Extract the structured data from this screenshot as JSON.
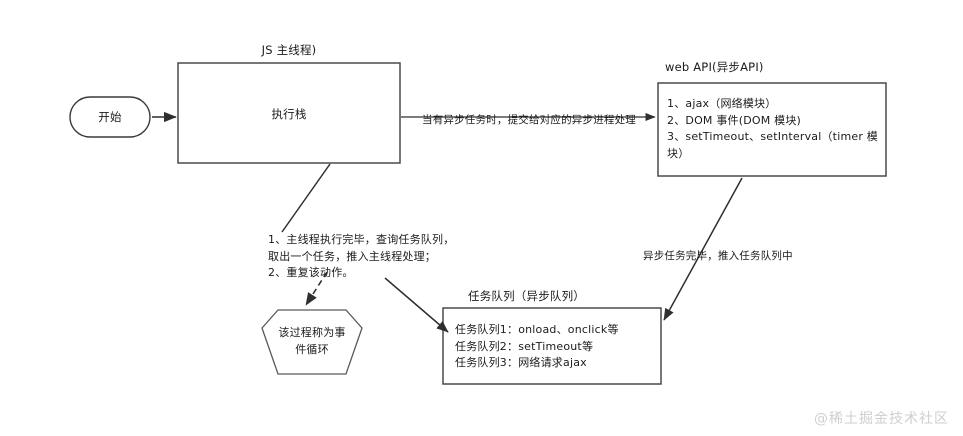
{
  "diagram": {
    "title_js_thread": "JS 主线程)",
    "title_web_api": "web API(异步API)",
    "title_task_queue": "任务队列（异步队列）",
    "start_node": "开始",
    "exec_stack": "执行栈",
    "event_loop_node": "该过程称为事\n件循环",
    "web_api_items": "1、ajax（网络模块）\n2、DOM 事件(DOM 模块)\n3、setTimeout、setInterval（timer 模\n块）",
    "task_queue_items": "任务队列1：onload、onclick等\n任务队列2：setTimeout等\n任务队列3：网络请求ajax",
    "edge_to_webapi": "当有异步任务时，提交给对应的异步进程处理",
    "edge_from_webapi": "异步任务完毕，推入任务队列中",
    "edge_loop_note": "1、主线程执行完毕，查询任务队列，\n取出一个任务，推入主线程处理；\n2、重复该动作。",
    "watermark": "@稀土掘金技术社区",
    "colors": {
      "stroke": "#3b3b3b",
      "text": "#1b1b1b",
      "background": "#ffffff",
      "watermark": "#cfcfcf"
    }
  }
}
